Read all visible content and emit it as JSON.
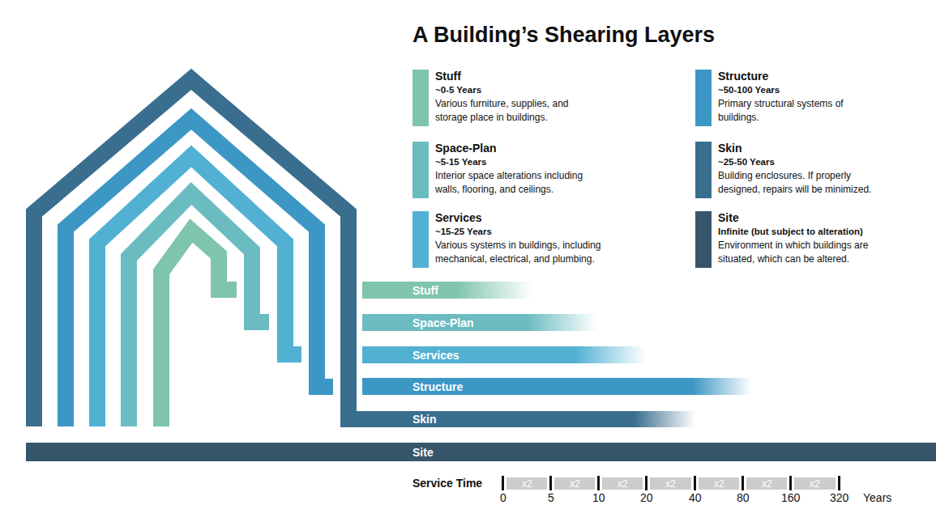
{
  "diagram": {
    "title": "A Building’s Shearing Layers",
    "nodes": [
      {
        "text": [
          "Stuff"
        ]
      },
      {
        "text": [
          "Space-Plan"
        ]
      },
      {
        "text": [
          "Services"
        ]
      },
      {
        "text": [
          "Structure"
        ]
      },
      {
        "text": [
          "Skin"
        ]
      },
      {
        "text": [
          "Site"
        ]
      },
      {
        "text": [
          "x2"
        ]
      },
      {
        "text": [
          "x2"
        ]
      },
      {
        "text": [
          "x2"
        ]
      },
      {
        "text": [
          "x2"
        ]
      },
      {
        "text": [
          "x2"
        ]
      },
      {
        "text": [
          "x2"
        ]
      },
      {
        "text": [
          "x2"
        ]
      }
    ],
    "labels": [
      "~0-5 Years",
      "Various furniture, supplies, and storage place in buildings.",
      "~5-15 Years",
      "Interior space alterations including walls, flooring, and ceilings.",
      "~15-25 Years",
      "Various systems in buildings, including mechanical, electrical, and plumbing.",
      "~50-100 Years",
      "Primary structural systems of buildings.",
      "~25-50 Years",
      "Building enclosures. If properly designed, repairs will be minimized.",
      "Infinite (but subject to alteration)",
      "Environment in which buildings are situated, which can be altered.",
      "Service Time",
      "0",
      "5",
      "10",
      "20",
      "40",
      "80",
      "160",
      "320",
      "Years"
    ],
    "legend": [
      {
        "text": "Stuff",
        "color": "#7fc4ae"
      },
      {
        "text": "Space-Plan",
        "color": "#6bbcc1"
      },
      {
        "text": "Services",
        "color": "#52b1d3"
      },
      {
        "text": "Structure",
        "color": "#3d97c5"
      },
      {
        "text": "Skin",
        "color": "#3a6e8f"
      },
      {
        "text": "Site",
        "color": "#37566c"
      }
    ]
  }
}
